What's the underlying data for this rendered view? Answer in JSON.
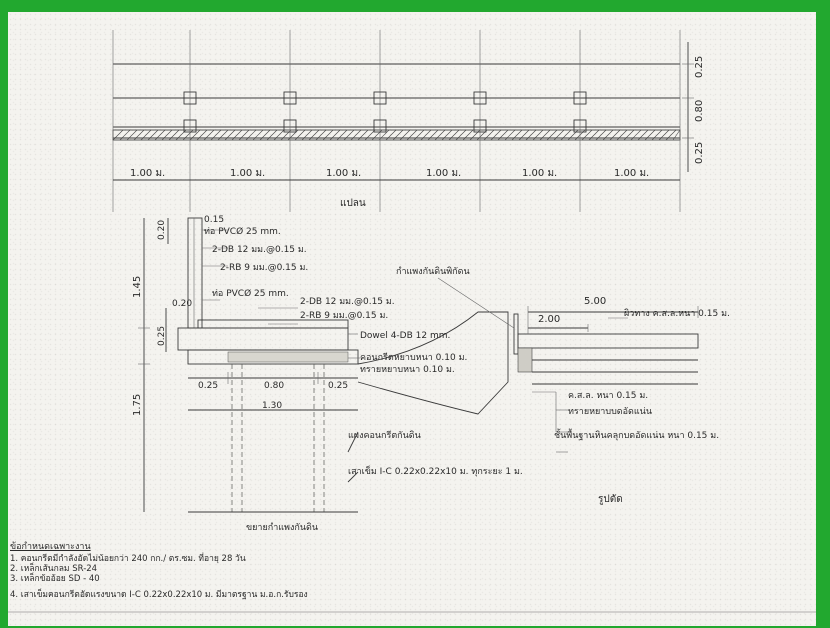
{
  "colors": {
    "frame": "#22a82f",
    "paper": "#f4f3ef",
    "ink": "#2a2a2a"
  },
  "plan": {
    "dims_right": [
      "0.25",
      "0.80",
      "0.25"
    ],
    "spans": [
      "1.00 ม.",
      "1.00 ม.",
      "1.00 ม.",
      "1.00 ม.",
      "1.00 ม.",
      "1.00 ม."
    ],
    "title": "แปลน"
  },
  "section_left": {
    "labels": {
      "d015": "0.15",
      "d020top": "0.20",
      "pvc_top": "ท่อ PVCØ 25 mm.",
      "db_top": "2-DB 12 มม.@0.15 ม.",
      "rb_top": "2-RB 9 มม.@0.15 ม.",
      "d145": "1.45",
      "pvc_mid": "ท่อ PVCØ 25 mm.",
      "db_mid": "2-DB 12 มม.@0.15 ม.",
      "rb_mid": "2-RB 9 มม.@0.15 ม.",
      "d020mid": "0.20",
      "d025v": "0.25",
      "dowel": "Dowel 4-DB 12 mm.",
      "lean": "คอนกรีตหยาบหนา 0.10 ม.",
      "sand": "ทรายหยาบหนา 0.10 ม.",
      "d025a": "0.25",
      "d080": "0.80",
      "d025b": "0.25",
      "d130": "1.30",
      "d175": "1.75",
      "ground": "แผงคอนกรีตกันดิน",
      "pile": "เสาเข็ม I-C 0.22x0.22x10 ม. ทุกระยะ 1 ม.",
      "title": "ขยายกำแพงกันดิน"
    }
  },
  "section_right": {
    "labels": {
      "wall_label": "กำแพงกันดินพิกัดน",
      "d500": "5.00",
      "d200": "2.00",
      "road": "ผิวทาง ค.ส.ล.หนา 0.15 ม.",
      "rc": "ค.ส.ล. หนา 0.15 ม.",
      "sand": "ทรายหยาบบดอัดแน่น",
      "base": "ชั้นพื้นฐานหินคลุกบดอัดแน่น หนา 0.15 ม.",
      "title": "รูปตัด"
    }
  },
  "notes": {
    "heading": "ข้อกำหนดเฉพาะงาน",
    "items": [
      "1. คอนกรีตมีกำลังอัดไม่น้อยกว่า 240 กก./ ตร.ซม. ที่อายุ 28 วัน",
      "2. เหล็กเส้นกลม SR-24",
      "3. เหล็กข้ออ้อย SD - 40",
      "4. เสาเข็มคอนกรีตอัดแรงขนาด I-C 0.22x0.22x10 ม. มีมาตรฐาน ม.อ.ก.รับรอง"
    ]
  }
}
